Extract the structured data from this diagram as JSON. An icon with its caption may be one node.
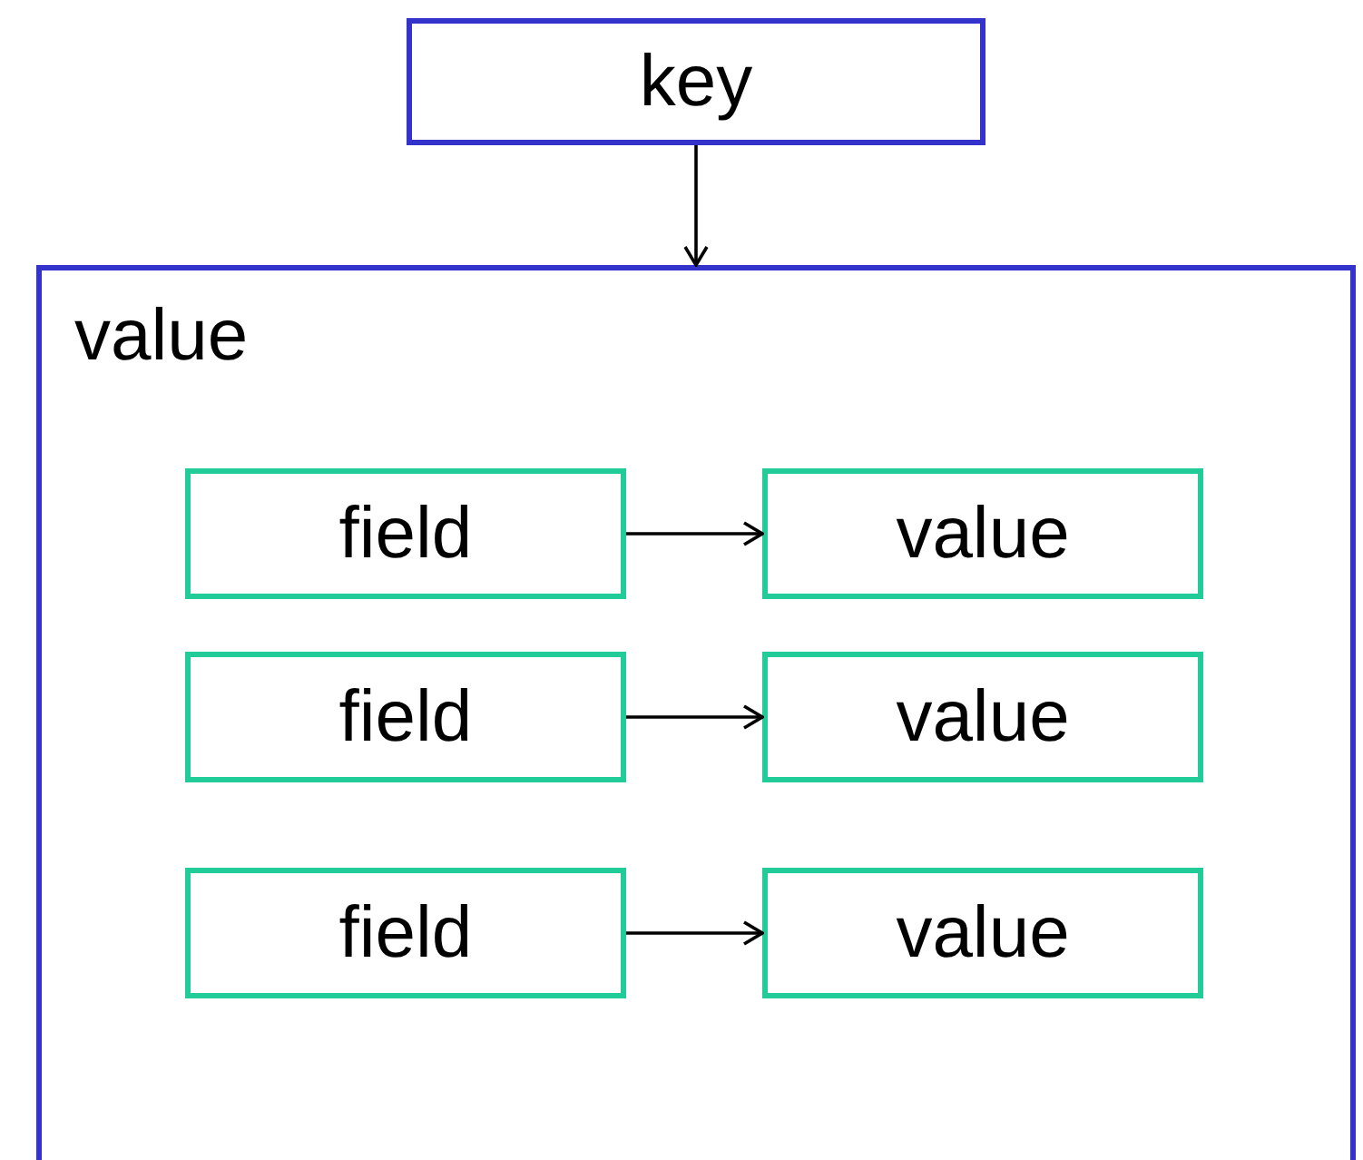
{
  "diagram": {
    "nodes": [
      {
        "text": [
          "key"
        ]
      },
      {
        "text": [
          "value"
        ]
      },
      {
        "text": [
          "field"
        ],
        "in": 1
      },
      {
        "text": [
          "value"
        ],
        "in": 1
      },
      {
        "text": [
          "field"
        ],
        "in": 1
      },
      {
        "text": [
          "value"
        ],
        "in": 1
      },
      {
        "text": [
          "field"
        ],
        "in": 1
      },
      {
        "text": [
          "value"
        ],
        "in": 1
      }
    ],
    "edges": [
      {
        "from": 0,
        "to": 1,
        "arrow": "to"
      },
      {
        "from": 2,
        "to": 3,
        "arrow": "to"
      },
      {
        "from": 4,
        "to": 5,
        "arrow": "to"
      },
      {
        "from": 6,
        "to": 7,
        "arrow": "to"
      }
    ]
  }
}
